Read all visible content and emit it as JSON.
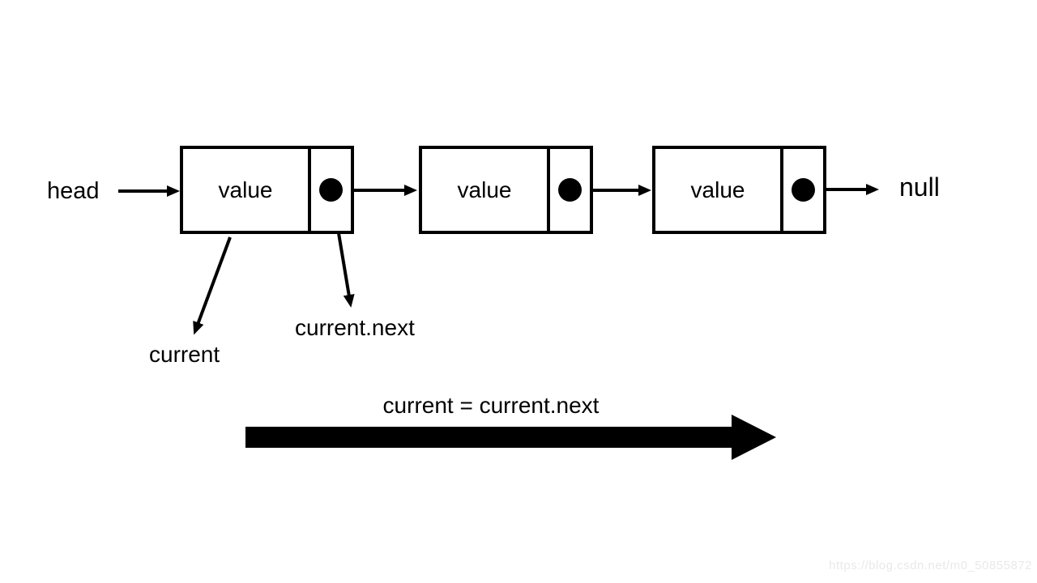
{
  "diagram": {
    "background_color": "#ffffff",
    "stroke_color": "#000000",
    "watermark_color": "#e9e9eb",
    "nodes": [
      {
        "value": "value"
      },
      {
        "value": "value"
      },
      {
        "value": "value"
      }
    ],
    "labels": {
      "head": "head",
      "null": "null",
      "current": "current",
      "current_next": "current.next",
      "assignment": "current = current.next"
    },
    "watermark": "https://blog.csdn.net/m0_50855872"
  }
}
